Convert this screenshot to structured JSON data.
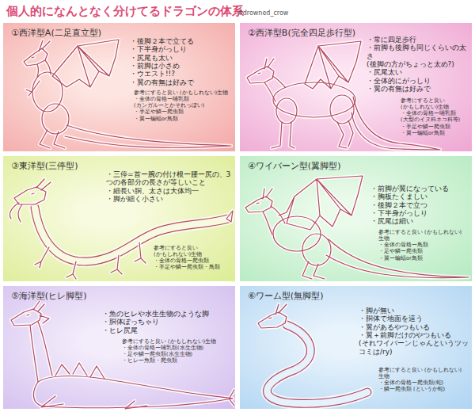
{
  "diagram": {
    "title": "個人的になんとなく分けてるドラゴンの体系",
    "nodes": [
      {
        "text": [
          "①西洋型A(二足直立型)",
          "・後脚２本で立てる",
          "・下半身がっしり",
          "・尻尾も太い",
          "・前脚は小さめ",
          "・ウエスト!!?",
          "・翼の有無は好みで",
          "参考にすると良い (かもしれない)生物",
          "・全体の骨格ー哺乳類 (カンガルーとかそれっぽい)",
          "・手足や鱗ー爬虫類",
          "・翼ー蝙蝠or鳥類"
        ]
      },
      {
        "text": [
          "②西洋型B(完全四足歩行型)",
          "・常に四足歩行",
          "・前脚も後脚も同じくらいの太さ",
          "(後脚の方がちょっと太め?)",
          "・尻尾太い",
          "・全体的にがっしり",
          "・翼の有無は好みで",
          "参考にすると良い (かもしれない)生物",
          "・全体の骨格ー哺乳類 (大型のイヌ科ネコ科等)",
          "・手足や鱗ー爬虫類",
          "・翼ー蝙蝠or鳥類"
        ]
      },
      {
        "text": [
          "③東洋型(三停型)",
          "・三停=首ー腕の付け根ー腰ー尻の、3つの各部分の長さが等しいこと",
          "・細長い胴、太さは大体均一",
          "・脚が細く小さい",
          "参考にすると良い (かもしれない)生物",
          "・全体の骨格ー爬虫類",
          "・手足や鱗ー爬虫類・鳥類"
        ]
      },
      {
        "text": [
          "④ワイバーン型(翼脚型)",
          "・前脚が翼になっている",
          "・胸板たくましい",
          "・後脚２本で立つ",
          "・下半身がっしり",
          "・尻尾は細い",
          "参考にすると良い (かもしれない)生物",
          "・全体の骨格ー鳥類",
          "・足や鱗ー爬虫類",
          "・翼ー蝙蝠or鳥類"
        ]
      },
      {
        "text": [
          "⑤海洋型(ヒレ脚型)",
          "・魚のヒレや水生生物のような脚",
          "・胴体ぽっちゃり",
          "・ヒレ尻尾",
          "参考にすると良い (かもしれない)生物",
          "・全体の骨格ー哺乳類(水生生物)",
          "・足や鱗ー爬虫類(水生生物)",
          "・ヒレー魚類・爬虫類"
        ]
      },
      {
        "text": [
          "⑥ワーム型(無脚型)",
          "・脚が無い",
          "・胴体で地面を這う",
          "・翼があるやつもいる",
          "・翼＋前脚だけのやつもいる",
          "(それワイバーンじゃんというツッコミは/ry)",
          "参考にすると良い (かもしれない)生物",
          "・全体の骨格ー爬虫類(蛇)",
          "・鱗ー爬虫類 (というか蛇)"
        ]
      }
    ],
    "labels": [
      "#drowned_crow"
    ]
  }
}
